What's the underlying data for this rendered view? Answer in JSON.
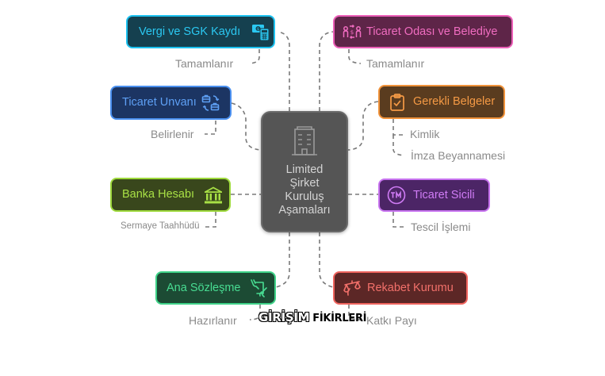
{
  "diagram": {
    "center": {
      "line1": "Limited",
      "line2": "Şirket",
      "line3": "Kuruluş",
      "line4": "Aşamaları",
      "icon": "building-icon"
    },
    "nodes": {
      "vergi": {
        "label": "Vergi ve SGK Kaydı",
        "sub": "Tamamlanır",
        "icon": "money-calculator-icon",
        "color": "#1dc2f0",
        "fill": "#15404f"
      },
      "unvan": {
        "label": "Ticaret Unvanı",
        "sub": "Belirlenir",
        "icon": "briefcase-swap-icon",
        "color": "#4a90f0",
        "fill": "#1c3563"
      },
      "banka": {
        "label": "Banka Hesabı",
        "sub": "Sermaye Taahhüdü",
        "icon": "bank-icon",
        "color": "#9ed93c",
        "fill": "#39471c"
      },
      "sozlesme": {
        "label": "Ana Sözleşme",
        "sub": "Hazırlanır",
        "icon": "signing-hand-icon",
        "color": "#3ed388",
        "fill": "#1c4b34"
      },
      "oda": {
        "label": "Ticaret Odası ve Belediye",
        "sub": "Tamamlanır",
        "icon": "people-exchange-icon",
        "color": "#ec5fb8",
        "fill": "#5e2548"
      },
      "belgeler": {
        "label": "Gerekli Belgeler",
        "sub1": "Kimlik",
        "sub2": "İmza Beyannamesi",
        "icon": "clipboard-check-icon",
        "color": "#f0923a",
        "fill": "#5a3c1f"
      },
      "sicil": {
        "label": "Ticaret Sicili",
        "sub": "Tescil İşlemi",
        "icon": "trademark-icon",
        "color": "#c874f0",
        "fill": "#4c2566"
      },
      "rekabet": {
        "label": "Rekabet Kurumu",
        "sub": "Katkı Payı",
        "icon": "scales-icon",
        "color": "#f0645e",
        "fill": "#5c2726"
      }
    },
    "connector_color": "#7a7a7a"
  },
  "watermark": {
    "part1": "GİRİŞİM",
    "part2": "FİKİRLERİ"
  }
}
